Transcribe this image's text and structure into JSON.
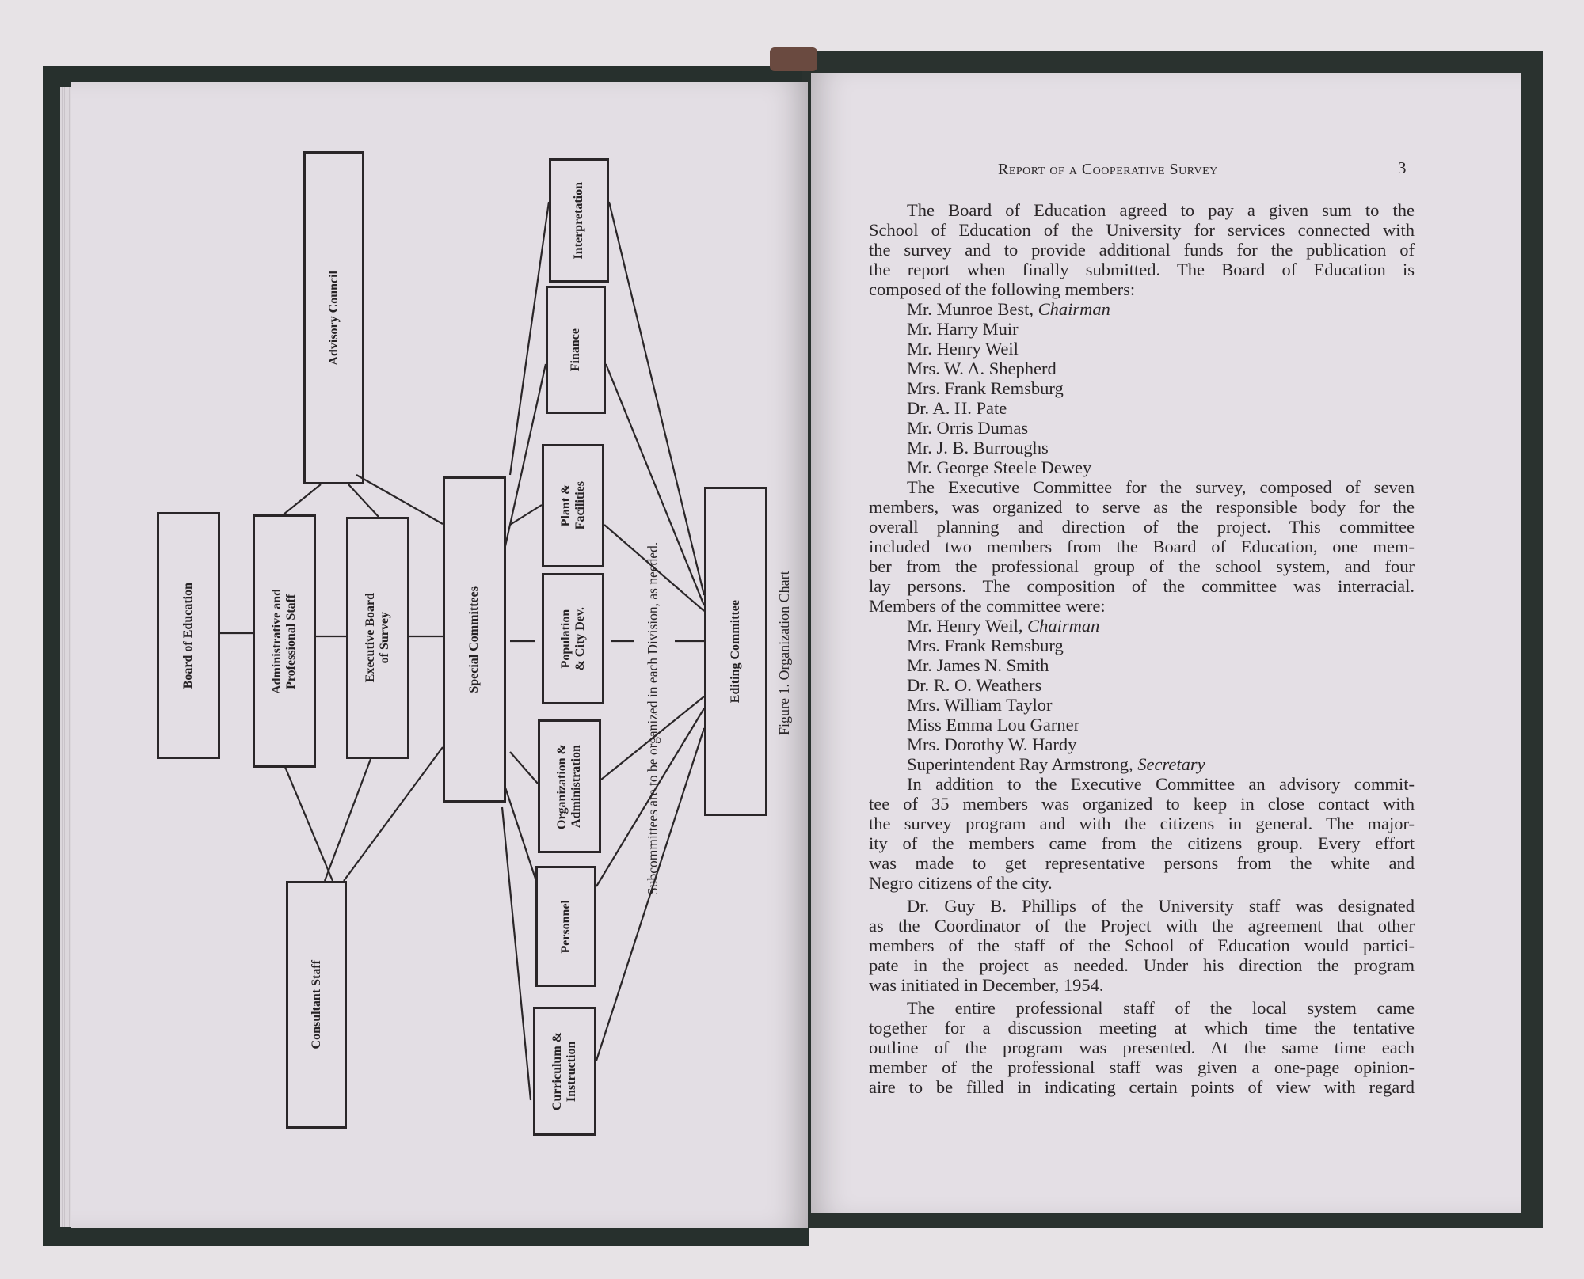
{
  "left_page": {
    "figure": {
      "caption": "Figure 1.  Organization Chart",
      "note": "Subcommittees are to be organized in each Division, as needed.",
      "boxes": {
        "board": "Board of Education",
        "admin": "Administrative and\nProfessional Staff",
        "advisory": "Advisory Council",
        "executive": "Executive Board\nof Survey",
        "consultant": "Consultant Staff",
        "special": "Special Committees",
        "interpretation": "Interpretation",
        "finance": "Finance",
        "plant": "Plant &\nFacilities",
        "population": "Population\n& City Dev.",
        "organization": "Organization &\nAdministration",
        "personnel": "Personnel",
        "curriculum": "Curriculum &\nInstruction",
        "editing": "Editing Committee"
      }
    }
  },
  "right_page": {
    "running_header": "Report of a Cooperative Survey",
    "page_number": "3",
    "blocks": [
      {
        "type": "para",
        "lines": [
          "The Board of Education agreed to pay a given sum to the",
          "School of Education of the University for services connected with",
          "the survey and to provide additional funds for the publication of",
          "the report when finally submitted.  The Board of Education is",
          "composed of the following members:"
        ],
        "ends": true
      },
      {
        "type": "list",
        "items": [
          [
            "Mr. Munroe Best, ",
            "Chairman"
          ],
          [
            "Mr. Harry Muir",
            ""
          ],
          [
            "Mr. Henry Weil",
            ""
          ],
          [
            "Mrs. W. A. Shepherd",
            ""
          ],
          [
            "Mrs. Frank Remsburg",
            ""
          ],
          [
            "Dr. A. H. Pate",
            ""
          ],
          [
            "Mr. Orris Dumas",
            ""
          ],
          [
            "Mr. J. B. Burroughs",
            ""
          ],
          [
            "Mr. George Steele Dewey",
            ""
          ]
        ]
      },
      {
        "type": "para",
        "lines": [
          "The Executive Committee for the survey, composed of seven",
          "members, was organized to serve as the responsible body for the",
          "overall planning and direction of the project.  This committee",
          "included two members from the Board of Education, one mem-",
          "ber from the professional group of the school system, and four",
          "lay persons.  The composition of the committee was interracial.",
          "Members of the committee were:"
        ],
        "ends": true
      },
      {
        "type": "list",
        "items": [
          [
            "Mr. Henry Weil, ",
            "Chairman"
          ],
          [
            "Mrs. Frank Remsburg",
            ""
          ],
          [
            "Mr. James N. Smith",
            ""
          ],
          [
            "Dr. R. O. Weathers",
            ""
          ],
          [
            "Mrs. William Taylor",
            ""
          ],
          [
            "Miss Emma Lou Garner",
            ""
          ],
          [
            "Mrs. Dorothy W. Hardy",
            ""
          ],
          [
            "Superintendent Ray Armstrong, ",
            "Secretary"
          ]
        ]
      },
      {
        "type": "para",
        "lines": [
          "In addition to the Executive Committee an advisory commit-",
          "tee of 35 members was organized to keep in close contact with",
          "the survey program and with the citizens in general.  The major-",
          "ity of the members came from the citizens group.  Every effort",
          "was made to get representative persons from the white and",
          "Negro citizens of the city."
        ],
        "ends": true
      },
      {
        "type": "para",
        "gap": true,
        "lines": [
          "Dr. Guy B. Phillips of the University staff was designated",
          "as the Coordinator of the Project with the agreement that other",
          "members of the staff of the School of Education would partici-",
          "pate in the project as needed.  Under his direction the program",
          "was initiated in December, 1954."
        ],
        "ends": true
      },
      {
        "type": "para",
        "gap": true,
        "lines": [
          "The entire professional staff of the local system came",
          "together for a discussion meeting at which time the tentative",
          "outline of the program was presented.  At the same time each",
          "member of the professional staff was given a one-page opinion-",
          "aire to be filled in indicating certain points of view with regard"
        ],
        "ends": false
      }
    ]
  }
}
